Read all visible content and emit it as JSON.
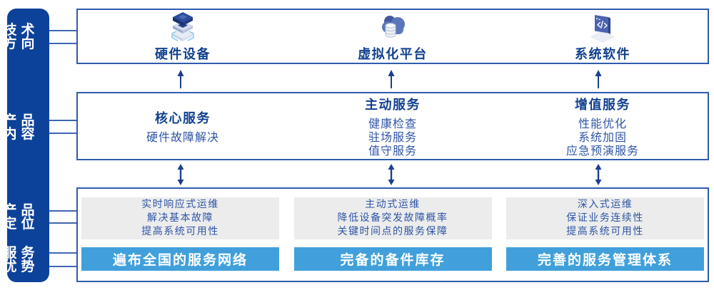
{
  "sidebar": {
    "groups": [
      {
        "label": "技术\n方向"
      },
      {
        "label": "产品\n内容"
      },
      {
        "label": "产品\n定位"
      },
      {
        "label": "服务\n优势"
      }
    ]
  },
  "tech_row": {
    "items": [
      {
        "icon": "server-stack-icon",
        "label": "硬件设备"
      },
      {
        "icon": "cloud-database-icon",
        "label": "虚拟化平台"
      },
      {
        "icon": "software-window-icon",
        "label": "系统软件"
      }
    ]
  },
  "service_row": {
    "columns": [
      {
        "heading": "核心服务",
        "items": [
          "硬件故障解决"
        ]
      },
      {
        "heading": "主动服务",
        "items": [
          "健康检查",
          "驻场服务",
          "值守服务"
        ]
      },
      {
        "heading": "增值服务",
        "items": [
          "性能优化",
          "系统加固",
          "应急预演服务"
        ]
      }
    ]
  },
  "positioning_row": {
    "columns": [
      {
        "lines": [
          "实时响应式运维",
          "解决基本故障",
          "提高系统可用性"
        ],
        "bar": "遍布全国的服务网络"
      },
      {
        "lines": [
          "主动式运维",
          "降低设备突发故障概率",
          "关键时间点的服务保障"
        ],
        "bar": "完备的备件库存"
      },
      {
        "lines": [
          "深入式运维",
          "保证业务连续性",
          "提高系统可用性"
        ],
        "bar": "完善的服务管理体系"
      }
    ]
  },
  "colors": {
    "sidebar_blue": "#0c429a",
    "border_blue": "#2e5cac",
    "heading_blue": "#12408f",
    "item_blue": "#2e55a5",
    "bar_blue": "#41a0db",
    "panel_gray": "#ececec",
    "arrow_navy": "#1b3f8f"
  }
}
